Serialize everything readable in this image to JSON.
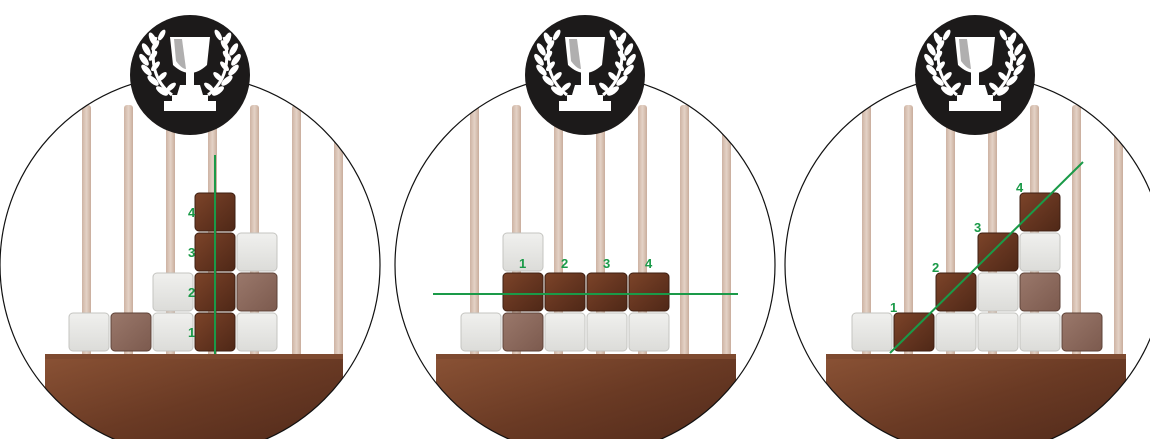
{
  "colors": {
    "win_line": "#1a9a48",
    "label": "#1a9a48",
    "wood_block": "#6e3b26",
    "light_block": "#e8e8e6",
    "light_brown_block": "#8c6a5e",
    "base_wood": "#6a3d27",
    "peg": "#dcc6b8",
    "badge": "#1c1a1a",
    "trophy": "#ffffff"
  },
  "panels": [
    {
      "id": "vertical-win",
      "icon": "trophy-icon",
      "line": "vertical",
      "labels": [
        "1",
        "2",
        "3",
        "4"
      ],
      "pegs": 7,
      "stacks": [
        [
          "light"
        ],
        [
          "lightbrown"
        ],
        [
          "light",
          "light"
        ],
        [
          "dark",
          "dark",
          "dark",
          "dark"
        ],
        [
          "light",
          "lightbrown",
          "light"
        ]
      ],
      "winning_cells": [
        [
          3,
          0
        ],
        [
          3,
          1
        ],
        [
          3,
          2
        ],
        [
          3,
          3
        ]
      ]
    },
    {
      "id": "horizontal-win",
      "icon": "trophy-icon",
      "line": "horizontal",
      "labels": [
        "1",
        "2",
        "3",
        "4"
      ],
      "pegs": 7,
      "stacks": [
        [
          "light"
        ],
        [
          "lightbrown",
          "dark",
          "light"
        ],
        [
          "light",
          "dark"
        ],
        [
          "light",
          "dark"
        ],
        [
          "light",
          "dark"
        ]
      ],
      "winning_cells": [
        [
          1,
          1
        ],
        [
          2,
          1
        ],
        [
          3,
          1
        ],
        [
          4,
          1
        ]
      ]
    },
    {
      "id": "diagonal-win",
      "icon": "trophy-icon",
      "line": "diagonal",
      "labels": [
        "1",
        "2",
        "3",
        "4"
      ],
      "pegs": 7,
      "stacks": [
        [
          "light"
        ],
        [
          "dark"
        ],
        [
          "light",
          "dark"
        ],
        [
          "light",
          "light",
          "dark"
        ],
        [
          "light",
          "lightbrown",
          "light",
          "dark"
        ],
        [
          "lightbrown"
        ]
      ],
      "winning_cells": [
        [
          1,
          0
        ],
        [
          2,
          1
        ],
        [
          3,
          2
        ],
        [
          4,
          3
        ]
      ]
    }
  ]
}
